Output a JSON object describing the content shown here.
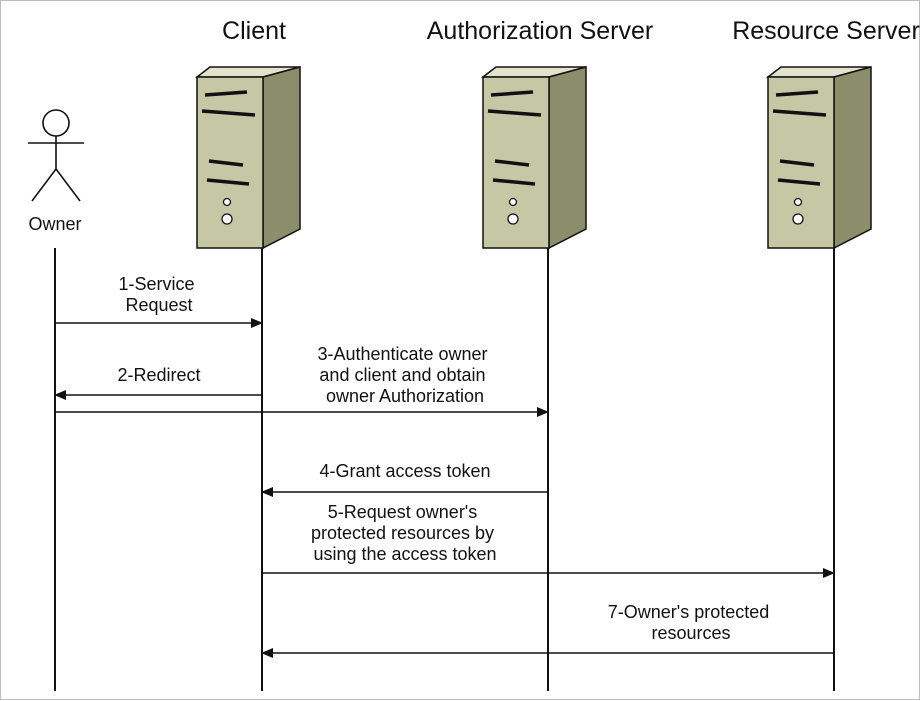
{
  "participants": {
    "owner": "Owner",
    "client": "Client",
    "auth_server": "Authorization Server",
    "resource_server": "Resource Server"
  },
  "messages": [
    {
      "id": "m1",
      "lines": [
        "1-Service",
        "Request"
      ]
    },
    {
      "id": "m2",
      "lines": [
        "2-Redirect"
      ]
    },
    {
      "id": "m3",
      "lines": [
        "3-Authenticate owner",
        "and client and obtain",
        "owner Authorization"
      ]
    },
    {
      "id": "m4",
      "lines": [
        "4-Grant access token"
      ]
    },
    {
      "id": "m5",
      "lines": [
        "5-Request owner's",
        "protected resources by",
        "using the access token"
      ]
    },
    {
      "id": "m7",
      "lines": [
        "7-Owner's protected",
        "resources"
      ]
    }
  ],
  "colors": {
    "server_front": "#c5c7a5",
    "server_side": "#8c8d6b",
    "server_top": "#e2e3cd",
    "stroke": "#111111"
  }
}
